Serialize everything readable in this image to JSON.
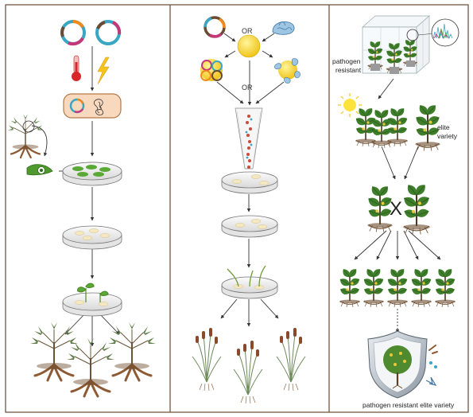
{
  "diagram": {
    "panels": [
      {
        "name": "agrobacterium-transformation"
      },
      {
        "name": "particle-bombardment"
      },
      {
        "name": "breeding"
      }
    ],
    "labels": {
      "or_top": "OR",
      "or_middle": "OR",
      "pathogen_resistant_line1": "pathogen",
      "pathogen_resistant_line2": "resistant",
      "elite_variety_line1": "elite",
      "elite_variety_line2": "variety",
      "cross_symbol": "X",
      "final_caption": "pathogen resistant elite variety"
    },
    "colors": {
      "frame": "#6b4a32",
      "petri_green": "#5aa836",
      "plasmid_teal": "#3aa6c4",
      "plasmid_pink": "#c6377a",
      "plasmid_orange": "#f08a1c",
      "gold_particle": "#f5cd1e",
      "heat_red": "#d8262a",
      "bolt_yellow": "#f5c41d",
      "bacterium_fill": "#f9d9bd",
      "bacterium_stroke": "#b37a4c"
    },
    "icons": [
      "plasmid-icon",
      "thermometer-icon",
      "lightning-icon",
      "bacterium-icon",
      "agrobacterium-icon",
      "petri-dish-icon",
      "gold-particle-icon",
      "protein-icon",
      "gene-gun-icon",
      "greenhouse-icon",
      "sun-icon",
      "shield-icon",
      "plant-icon"
    ]
  }
}
